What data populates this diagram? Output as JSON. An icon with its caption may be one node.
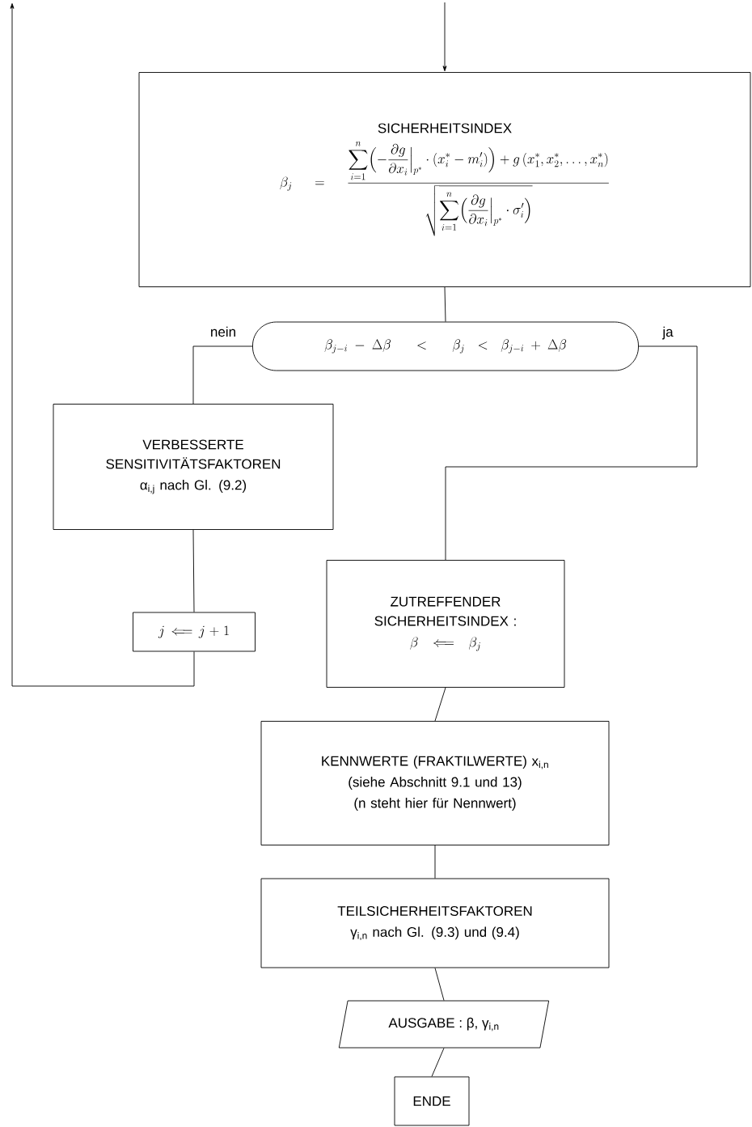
{
  "diagram": {
    "nodes": [
      {
        "text": [
          "SICHERHEITSINDEX",
          "\\beta_j = \\frac{\\displaystyle\\sum_{i=1}^{n}\\Bigl(-\\frac{\\partial g}{\\partial x_i}\\Big|_{p^*}\\cdot(x_i^*-m'_i)\\Bigr)+g\\,(x_1^*,x_2^*,\\dots,x_n^*)}{\\sqrt{\\displaystyle\\sum_{i=1}^{n}\\Bigl(\\frac{\\partial g}{\\partial x_i}\\Big|_{p^*}\\cdot\\sigma'_i\\Bigr)}}"
        ]
      },
      {
        "text": [
          "\\beta_{j-i}-\\Delta\\beta \\;<\\; \\beta_j < \\beta_{j-i}+\\Delta\\beta"
        ]
      },
      {
        "text": [
          "VERBESSERTE SENSITIVITÄTSFAKTOREN",
          "α$_{i,j}$ nach Gl. (9.2)"
        ]
      },
      {
        "text": [
          "j \\Longleftarrow j+1"
        ]
      },
      {
        "text": [
          "ZUTREFFENDER SICHERHEITSINDEX :",
          "\\beta \\Longleftarrow \\beta_j"
        ]
      },
      {
        "text": [
          "KENNWERTE (FRAKTILWERTE) x$_{i,n}$",
          "(siehe Abschnitt 9.1 und 13)",
          "(n steht hier für Nennwert)"
        ]
      },
      {
        "text": [
          "TEILSICHERHEITSFAKTOREN",
          "γ$_{i,n}$ nach Gl. (9.3) und (9.4)"
        ]
      },
      {
        "text": [
          "AUSGABE :  β, γ$_{i,n}$"
        ]
      },
      {
        "text": [
          "ENDE"
        ]
      }
    ],
    "edges": [
      {
        "from": null,
        "to": 0,
        "arrow": "to"
      },
      {
        "from": 0,
        "to": 1,
        "arrow": "none"
      },
      {
        "from": 1,
        "to": 2,
        "arrow": "none",
        "label": "nein"
      },
      {
        "from": 1,
        "to": 4,
        "arrow": "none",
        "label": "ja"
      },
      {
        "from": 2,
        "to": 3,
        "arrow": "none"
      },
      {
        "from": 3,
        "to": null,
        "arrow": "to"
      },
      {
        "from": 4,
        "to": 5,
        "arrow": "none"
      },
      {
        "from": 5,
        "to": 6,
        "arrow": "none"
      },
      {
        "from": 6,
        "to": 7,
        "arrow": "none"
      },
      {
        "from": 7,
        "to": 8,
        "arrow": "none"
      }
    ]
  }
}
